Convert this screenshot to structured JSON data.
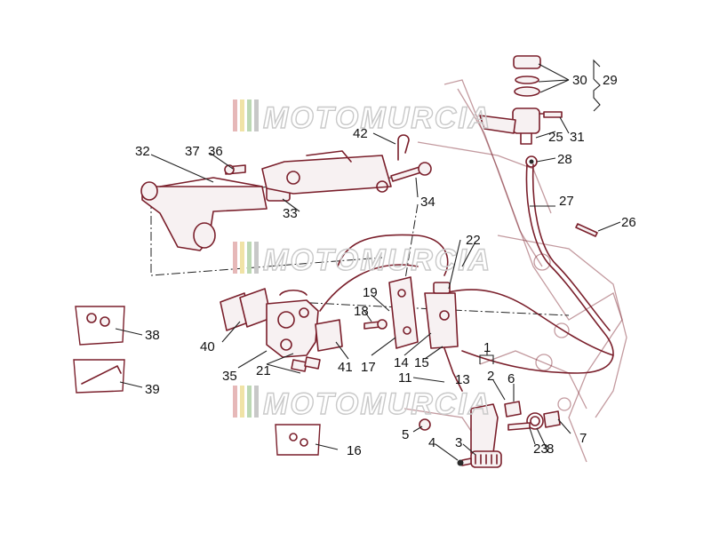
{
  "watermark": {
    "text": "MOTOMURCIA",
    "stripe_colors": [
      "#e6b8b8",
      "#f0e3a6",
      "#bcd8b4",
      "#c8c8c8"
    ]
  },
  "colors": {
    "part_line": "#7a1f2b",
    "label_text": "#111111",
    "watermark_outline": "#c9c9c9"
  },
  "callouts": {
    "c1": "1",
    "c2": "2",
    "c3": "3",
    "c4": "4",
    "c5": "5",
    "c6": "6",
    "c7": "7",
    "c8": "8",
    "c11": "11",
    "c13": "13",
    "c14": "14",
    "c15": "15",
    "c16": "16",
    "c17": "17",
    "c18": "18",
    "c19": "19",
    "c21": "21",
    "c22": "22",
    "c23": "23",
    "c25": "25",
    "c26": "26",
    "c27": "27",
    "c28": "28",
    "c29": "29",
    "c30": "30",
    "c31": "31",
    "c32": "32",
    "c33": "33",
    "c34": "34",
    "c35": "35",
    "c36": "36",
    "c37": "37",
    "c38": "38",
    "c39": "39",
    "c40": "40",
    "c41": "41",
    "c42": "42"
  }
}
